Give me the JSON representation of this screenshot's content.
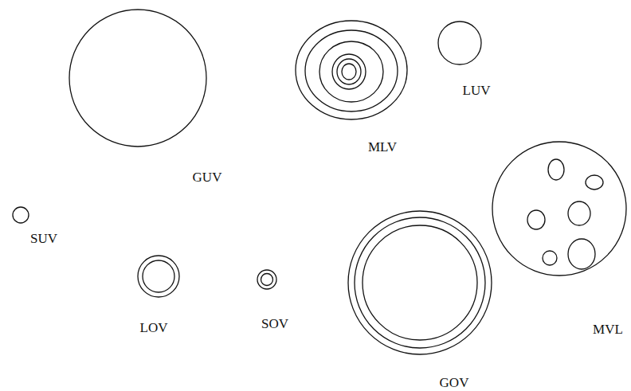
{
  "diagram": {
    "nodes": [
      {
        "text": [
          "GUV"
        ]
      },
      {
        "text": [
          "MLV"
        ]
      },
      {
        "text": [
          "LUV"
        ]
      },
      {
        "text": [
          "MVL"
        ]
      },
      {
        "text": [
          "SUV"
        ]
      },
      {
        "text": [
          "LOV"
        ]
      },
      {
        "text": [
          "SOV"
        ]
      },
      {
        "text": [
          "GOV"
        ]
      }
    ]
  }
}
